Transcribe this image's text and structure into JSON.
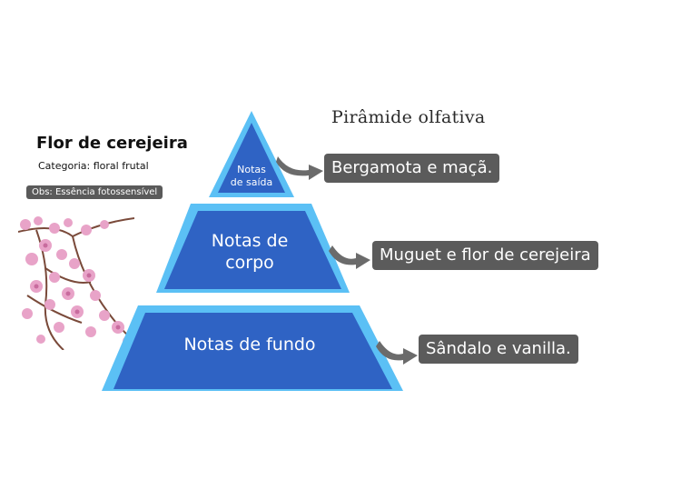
{
  "title": "Pirâmide olfativa",
  "product": {
    "name": "Flor de cerejeira",
    "category": "Categoria: floral frutal",
    "note": "Obs: Essência  fotossensível"
  },
  "tiers": [
    {
      "label": "Notas\nde saída",
      "notes": "Bergamota e maçã."
    },
    {
      "label": "Notas de\ncorpo",
      "notes": "Muguet e flor de cerejeira"
    },
    {
      "label": "Notas de fundo",
      "notes": "Sândalo e vanilla."
    }
  ],
  "colors": {
    "tier_fill": "#2f63c4",
    "tier_border": "#5bc0f5",
    "note_box": "#5b5b5b",
    "arrow": "#6b6b6b",
    "blossom_pink": "#e8a3c8",
    "branch": "#7a4a3a"
  },
  "icons": {
    "arrow": "curved-arrow-icon"
  }
}
